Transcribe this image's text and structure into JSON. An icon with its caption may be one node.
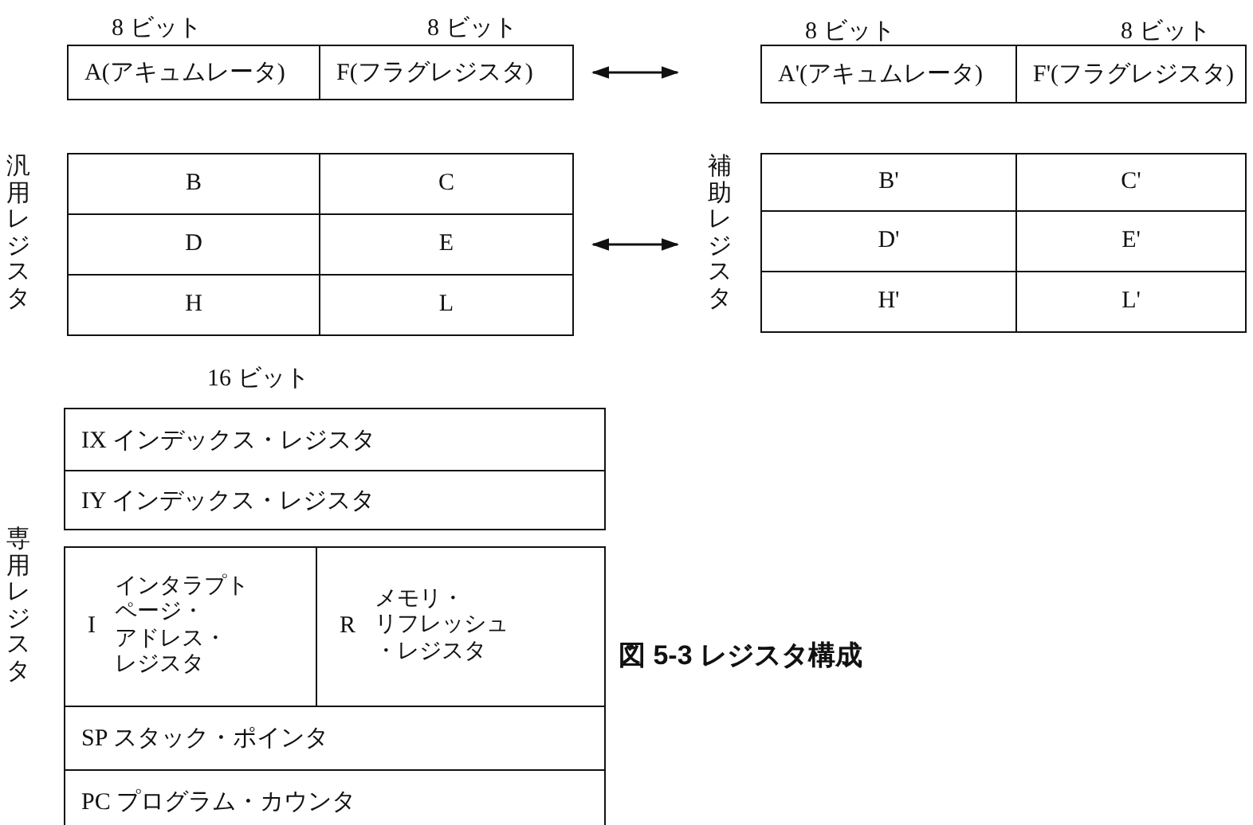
{
  "diagram": {
    "caption": "図 5-3 レジスタ構成",
    "nodes": [
      {
        "text": [
          "A(アキュムレータ)"
        ]
      },
      {
        "text": [
          "F(フラグレジスタ)"
        ]
      },
      {
        "text": [
          "B"
        ]
      },
      {
        "text": [
          "C"
        ]
      },
      {
        "text": [
          "D"
        ]
      },
      {
        "text": [
          "E"
        ]
      },
      {
        "text": [
          "H"
        ]
      },
      {
        "text": [
          "L"
        ]
      },
      {
        "text": [
          "A'(アキュムレータ)"
        ]
      },
      {
        "text": [
          "F'(フラグレジスタ)"
        ]
      },
      {
        "text": [
          "B'"
        ]
      },
      {
        "text": [
          "C'"
        ]
      },
      {
        "text": [
          "D'"
        ]
      },
      {
        "text": [
          "E'"
        ]
      },
      {
        "text": [
          "H'"
        ]
      },
      {
        "text": [
          "L'"
        ]
      },
      {
        "text": [
          "IX インデックス・レジスタ"
        ]
      },
      {
        "text": [
          "IY インデックス・レジスタ"
        ]
      },
      {
        "text": [
          "I",
          "インタラプトページ・アドレス・レジスタ"
        ]
      },
      {
        "text": [
          "R",
          "メモリ・リフレッシュ・レジスタ"
        ]
      },
      {
        "text": [
          "SP スタック・ポインタ"
        ]
      },
      {
        "text": [
          "PC プログラム・カウンタ"
        ]
      }
    ],
    "edges": [
      {
        "from": 1,
        "to": 8,
        "arrow": "both"
      },
      {
        "from": 5,
        "to": 12,
        "arrow": "both"
      }
    ],
    "labels": [
      "8 ビット",
      "8 ビット",
      "8 ビット",
      "8 ビット",
      "汎用レジスタ",
      "補助レジスタ",
      "16 ビット",
      "専用レジスタ"
    ]
  }
}
